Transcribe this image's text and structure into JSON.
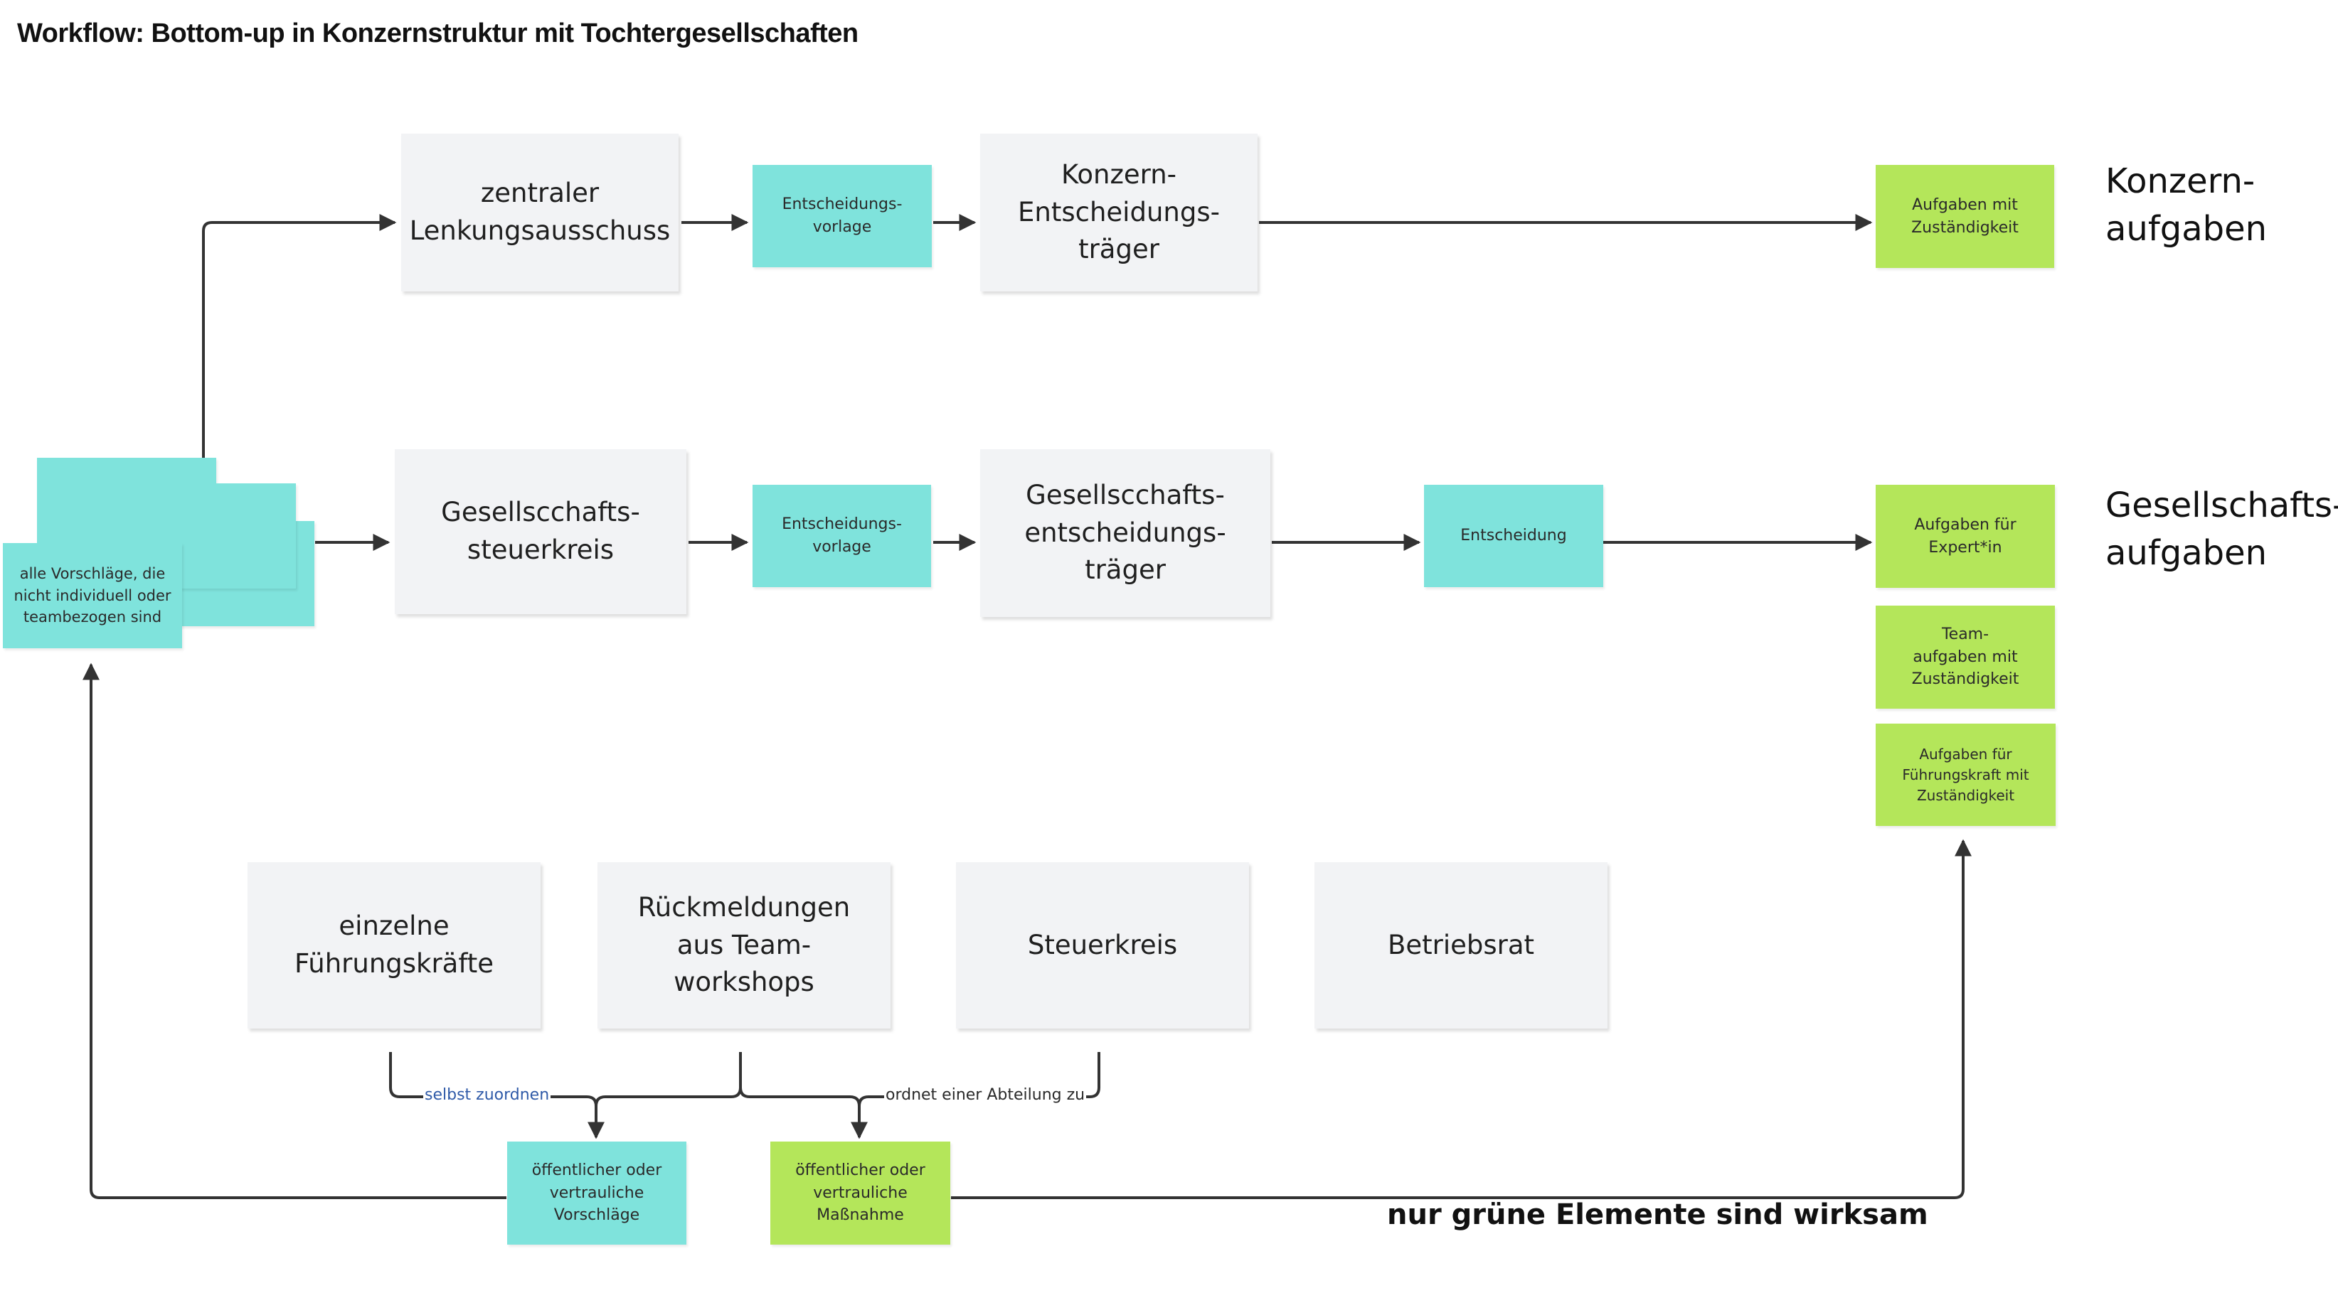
{
  "title": "Workflow: Bottom-up in Konzernstruktur mit Tochtergesellschaften",
  "colors": {
    "teal": "#7fe3dc",
    "green": "#b4e65a",
    "box": "#f2f3f5",
    "line": "#333333",
    "edge_label_blue": "#2f5aa8"
  },
  "row_konzern": {
    "lenkung": "zentraler\nLenkungsausschuss",
    "vorlage": "Entscheidungs-\nvorlage",
    "traeger": "Konzern-\nEntscheidungs-\nträger",
    "aufgaben": "Aufgaben mit\nZuständigkeit",
    "label": "Konzern-\naufgaben"
  },
  "row_gesellschaft": {
    "steuerkreis": "Gesellscchafts-\nsteuerkreis",
    "vorlage": "Entscheidungs-\nvorlage",
    "traeger": "Gesellscchafts-\nentscheidungs-\nträger",
    "entscheidung": "Entscheidung",
    "aufgaben_expert": "Aufgaben für\nExpert*in",
    "aufgaben_team": "Team-\naufgaben mit\nZuständigkeit",
    "aufgaben_fuehrung": "Aufgaben für\nFührungskraft mit\nZuständigkeit",
    "label": "Gesellschafts-\naufgaben"
  },
  "stack_note": "alle Vorschläge, die\nnicht individuell oder\nteambezogen sind",
  "sources": {
    "fuehrungskraefte": "einzelne\nFührungskräfte",
    "workshops": "Rückmeldungen\naus Team-\nworkshops",
    "steuerkreis": "Steuerkreis",
    "betriebsrat": "Betriebsrat"
  },
  "edge_labels": {
    "selbst": "selbst zuordnen",
    "abteilung": "ordnet einer Abteilung zu"
  },
  "bottom": {
    "vorschlaege": "öffentlicher oder\nvertrauliche\nVorschläge",
    "massnahme": "öffentlicher oder\nvertrauliche\nMaßnahme"
  },
  "note": "nur grüne Elemente sind wirksam"
}
